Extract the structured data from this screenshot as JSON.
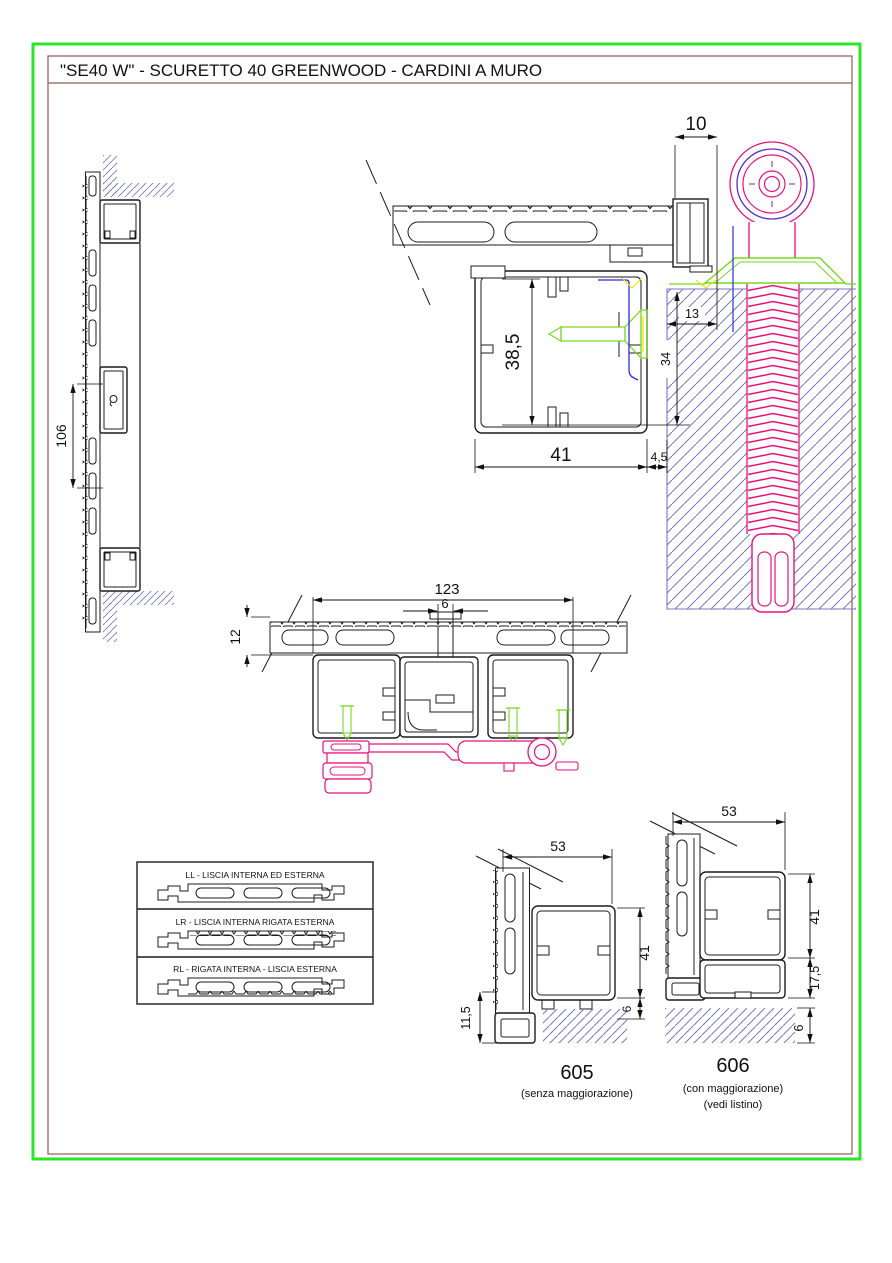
{
  "title": "\"SE40 W\" - SCURETTO 40 GREENWOOD - CARDINI A MURO",
  "colors": {
    "page_border_green": "#2BE52B",
    "inner_border_maroon": "#8F5B5B",
    "drawing_black": "#1c1c1c",
    "hinge_magenta": "#E8127C",
    "hinge_purple": "#5A2EC8",
    "screw_green": "#76D722",
    "accent_yellow": "#E6E600",
    "wall_hatch_blue": "#7878C2",
    "frame_blue": "#2B2BDD",
    "seat_orange": "#CC6600"
  },
  "side_elevation": {
    "dim_106": "106"
  },
  "hinge_section": {
    "dim_10": "10",
    "dim_38_5": "38,5",
    "dim_41": "41",
    "dim_4_5": "4,5",
    "dim_13": "13",
    "dim_34": "34"
  },
  "meeting_section": {
    "dim_123": "123",
    "dim_6": "6",
    "dim_12": "12"
  },
  "finishes": {
    "items": [
      {
        "label": "LL - LISCIA INTERNA ED ESTERNA"
      },
      {
        "label": "LR - LISCIA INTERNA RIGATA ESTERNA"
      },
      {
        "label": "RL - RIGATA INTERNA - LISCIA ESTERNA"
      }
    ]
  },
  "profile_605": {
    "code": "605",
    "caption": "(senza maggiorazione)",
    "dim_53": "53",
    "dim_41": "41",
    "dim_6": "6",
    "dim_11_5": "11,5"
  },
  "profile_606": {
    "code": "606",
    "caption_line1": "(con maggiorazione)",
    "caption_line2": "(vedi listino)",
    "dim_53": "53",
    "dim_41": "41",
    "dim_17_5": "17,5",
    "dim_6": "6"
  }
}
